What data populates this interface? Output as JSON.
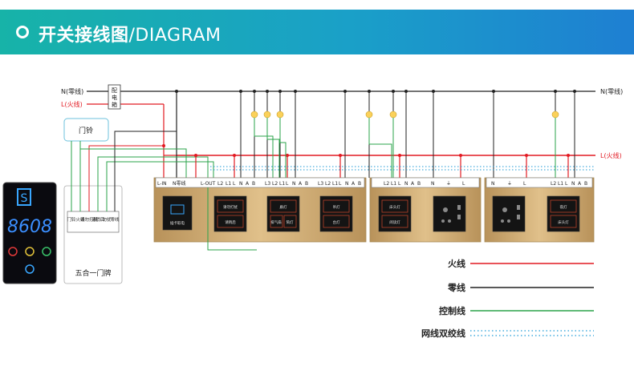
{
  "header": {
    "title_cn": "开关接线图",
    "title_en": "/DIAGRAM"
  },
  "lines": {
    "neutral_left": "N(零线)",
    "live_left": "L(火线)",
    "neutral_right": "N(零线)",
    "live_right": "L(火线)",
    "distribution_box": [
      "配",
      "电",
      "箱"
    ]
  },
  "doorbell": "门铃",
  "door_plate": {
    "number": "8608",
    "logo": "S",
    "label": "五合一门牌",
    "terminals": [
      "门铃",
      "火线",
      "请勿打扰",
      "请稍后",
      "勿扰",
      "零线"
    ]
  },
  "terminal_blocks": {
    "block1": [
      "L-IN",
      "N零线",
      "L-OUT"
    ],
    "block2": [
      "L2",
      "L1",
      "L",
      "N",
      "A",
      "B"
    ],
    "block3": [
      "L3",
      "L2",
      "L1",
      "L",
      "N",
      "A",
      "B"
    ],
    "block4": [
      "L3",
      "L2",
      "L1",
      "L",
      "N",
      "A",
      "B"
    ],
    "block5": [
      "L2",
      "L1",
      "L",
      "N",
      "A",
      "B"
    ],
    "block6": [
      "N",
      "⏚",
      "L"
    ],
    "block7": [
      "N",
      "⏚",
      "L"
    ],
    "block8": [
      "L2",
      "L1",
      "L",
      "N",
      "A",
      "B"
    ]
  },
  "panel_labels": {
    "card_switch": "插卡取电",
    "p2_top": "请勿打扰",
    "p2_bottom": "请稍后",
    "p3_top": "廊灯",
    "p3_bl": "排气扇",
    "p3_br": "筒灯",
    "p4_top": "吊灯",
    "p4_bottom": "台灯",
    "p5_top": "床头灯",
    "p5_bottom": "阅读灯",
    "p8_top": "夜灯",
    "p8_bottom": "床头灯"
  },
  "legend": {
    "live": "火线",
    "neutral": "零线",
    "control": "控制线",
    "network": "网线双绞线"
  },
  "colors": {
    "live": "#e21a22",
    "neutral": "#222222",
    "control": "#2aa34a",
    "network": "#1e9ad6",
    "panel": "#c9a66b"
  }
}
